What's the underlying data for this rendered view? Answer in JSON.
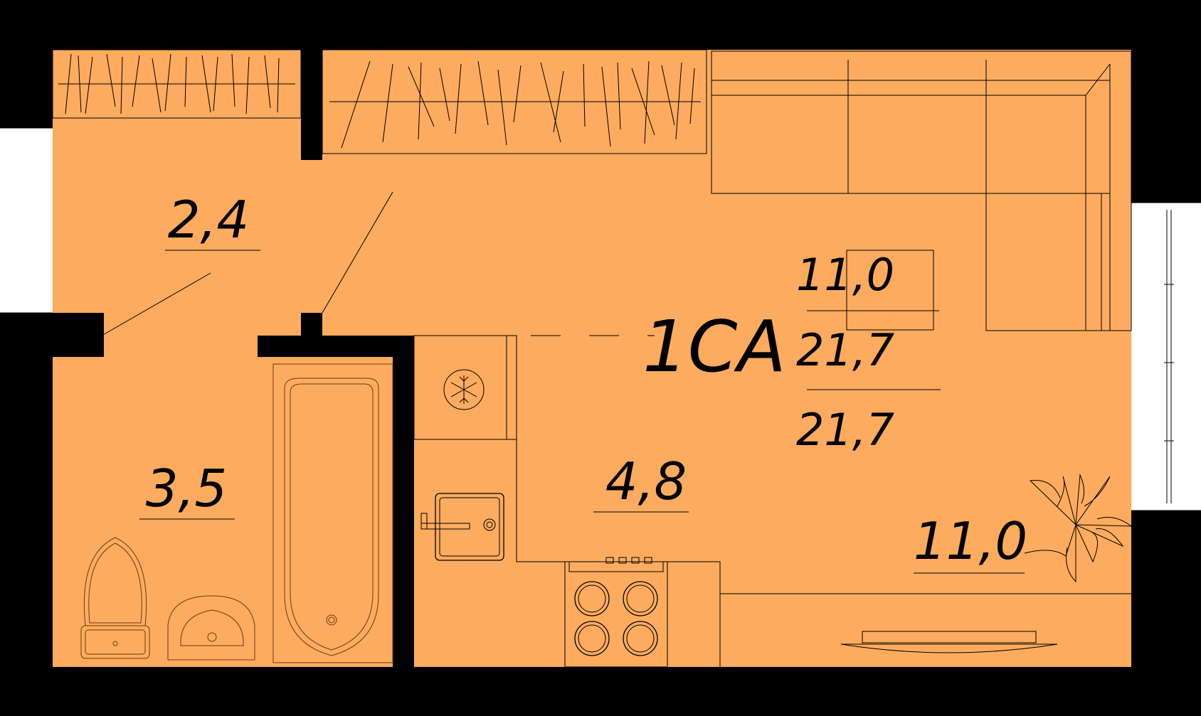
{
  "plan": {
    "apartment_type": "1СА",
    "summary": {
      "living_area": "11,0",
      "total_area": "21,7",
      "total_area_with_balcony": "21,7"
    },
    "rooms": [
      {
        "id": "hallway",
        "area": "2,4"
      },
      {
        "id": "bathroom",
        "area": "3,5"
      },
      {
        "id": "kitchen",
        "area": "4,8"
      },
      {
        "id": "living-room",
        "area": "11,0"
      }
    ],
    "colors": {
      "floor": "#fdab5e",
      "walls": "#000000",
      "background": "#ffffff"
    }
  }
}
